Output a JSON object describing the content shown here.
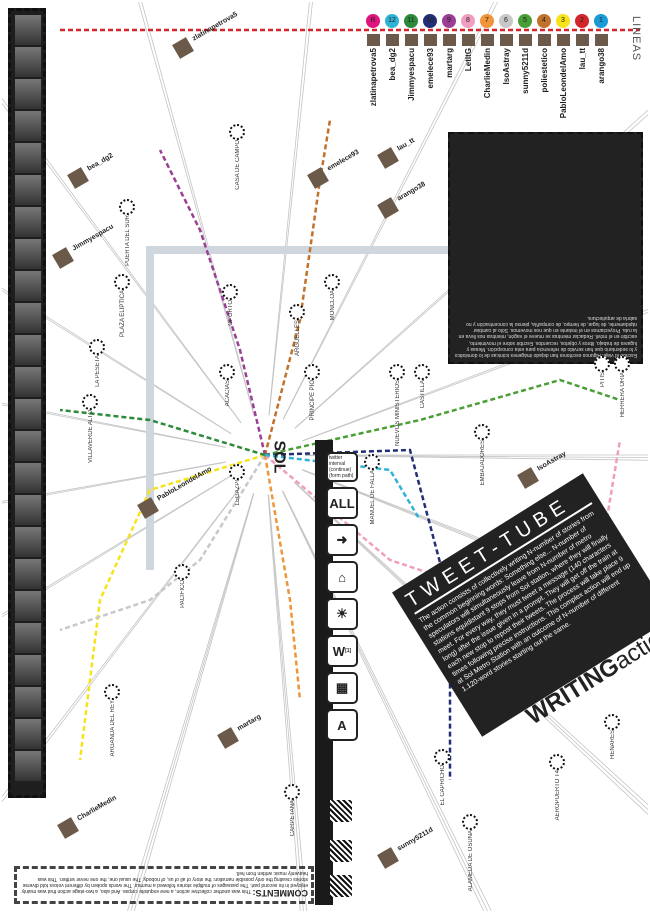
{
  "legend": {
    "title": "LINEAS",
    "lines": [
      {
        "num": "1",
        "color": "#1a9ad6"
      },
      {
        "num": "2",
        "color": "#d3262b"
      },
      {
        "num": "3",
        "color": "#f7e31a"
      },
      {
        "num": "4",
        "color": "#c0712c"
      },
      {
        "num": "5",
        "color": "#4a9e36"
      },
      {
        "num": "6",
        "color": "#c8c8c8"
      },
      {
        "num": "7",
        "color": "#f0953c"
      },
      {
        "num": "8",
        "color": "#f09dc1"
      },
      {
        "num": "9",
        "color": "#9b3f94"
      },
      {
        "num": "10",
        "color": "#232e74"
      },
      {
        "num": "11",
        "color": "#2d8a3a"
      },
      {
        "num": "12",
        "color": "#2fb2d6"
      },
      {
        "num": "R",
        "color": "#e0147f"
      }
    ],
    "users": [
      "arango38",
      "lau_tt",
      "PabloLeondelAmo",
      "poliestetico",
      "sunny5211d",
      "IsoAstray",
      "CharlieMedin",
      "LetItG",
      "martarg",
      "emelece93",
      "Jimmyespacu",
      "bea_dg2",
      "zlatinapetrova5"
    ]
  },
  "tweet_tube": {
    "title": "TWEET-TUBE",
    "body": "The action consists of collectively writing N-number of stories from the common beginning words: Something else... N-number of speculators will simultaneously leave from N-number of metro stations equidistant 9 stops from Sol station, where they will finally meet. For every way, they must tweet a message (140 characters long) after the issue given in a prompt. They will get off the train at each new stop to repost their tweets. The process will take place 9 times following precise instructions. This complex action will end up at Sol Metro Station with an outcome of N-number of different 1.120-word stories starting out the same.",
    "footer_bold": "WRITING",
    "footer": "action"
  },
  "toolbar": {
    "intro": "twitter interval (continue) (form path)",
    "all": "ALL",
    "w": "W",
    "w_note": "[1]",
    "a": "A"
  },
  "hub": "SOL",
  "stations": [
    "CASA DE CAMPO",
    "OPORTO",
    "ACACIAS",
    "LEGAZPI",
    "PLAZA ELÍPTICA",
    "PUERTA DEL SUR",
    "LA PESETA",
    "VILLAVERDE ALTO",
    "PACIFICO",
    "ARGANDA DEL REY",
    "PITIS",
    "HERRERA ORIA",
    "CASTILLA",
    "NUEVOS MINISTERIOS",
    "MANUEL DE FALLA",
    "AEROPUERTO T4",
    "ALAMEDA DE OSUNA",
    "MONCLOA",
    "ARGÜELLES",
    "PRÍNCIPE PÍO",
    "EMBAJADORES",
    "HENARES",
    "EL CAPRICHO",
    "CARPETANA"
  ],
  "map_users": [
    "zlatinapetrova5",
    "bea_dg2",
    "Jimmyespacu",
    "PabloLeondelAmo",
    "emelece93",
    "martarg",
    "CharlieMedin",
    "sunny5211d",
    "IsoAstray",
    "lau_tt",
    "arango38"
  ],
  "essay": "Escribo el viaje. Algunos escritores han dejado imágenes icónicas de lo doméstico y lo sedentario que han servido de referencia para esta concepción. Mesas y lugares de trabajo, libros y objetos, recuerdos. Escribir sobre el movimiento, escribir en el móvil. Redactar mientras se mueve el vagón, mientras nos lleva en la ruta. Proyectamos en el instante en que nos movemos. Sólo al cambiar rápidamente, de lugar, de tiempo, de compañía, pienso la concentración y no sabría de arquitectura.",
  "comments": {
    "label": "COMMENTS:",
    "text": "This was another collective action, a new exquisite corpse. And also, a two-stage action that was mainly enjoyed in its second part. The passages of multiple stories followed a murmur. The words spoken by different voices told diverse stories creating the only possible narration: the story of all of us, of nobody. The usual one, the one never written. This was heavenly music written from hell."
  }
}
